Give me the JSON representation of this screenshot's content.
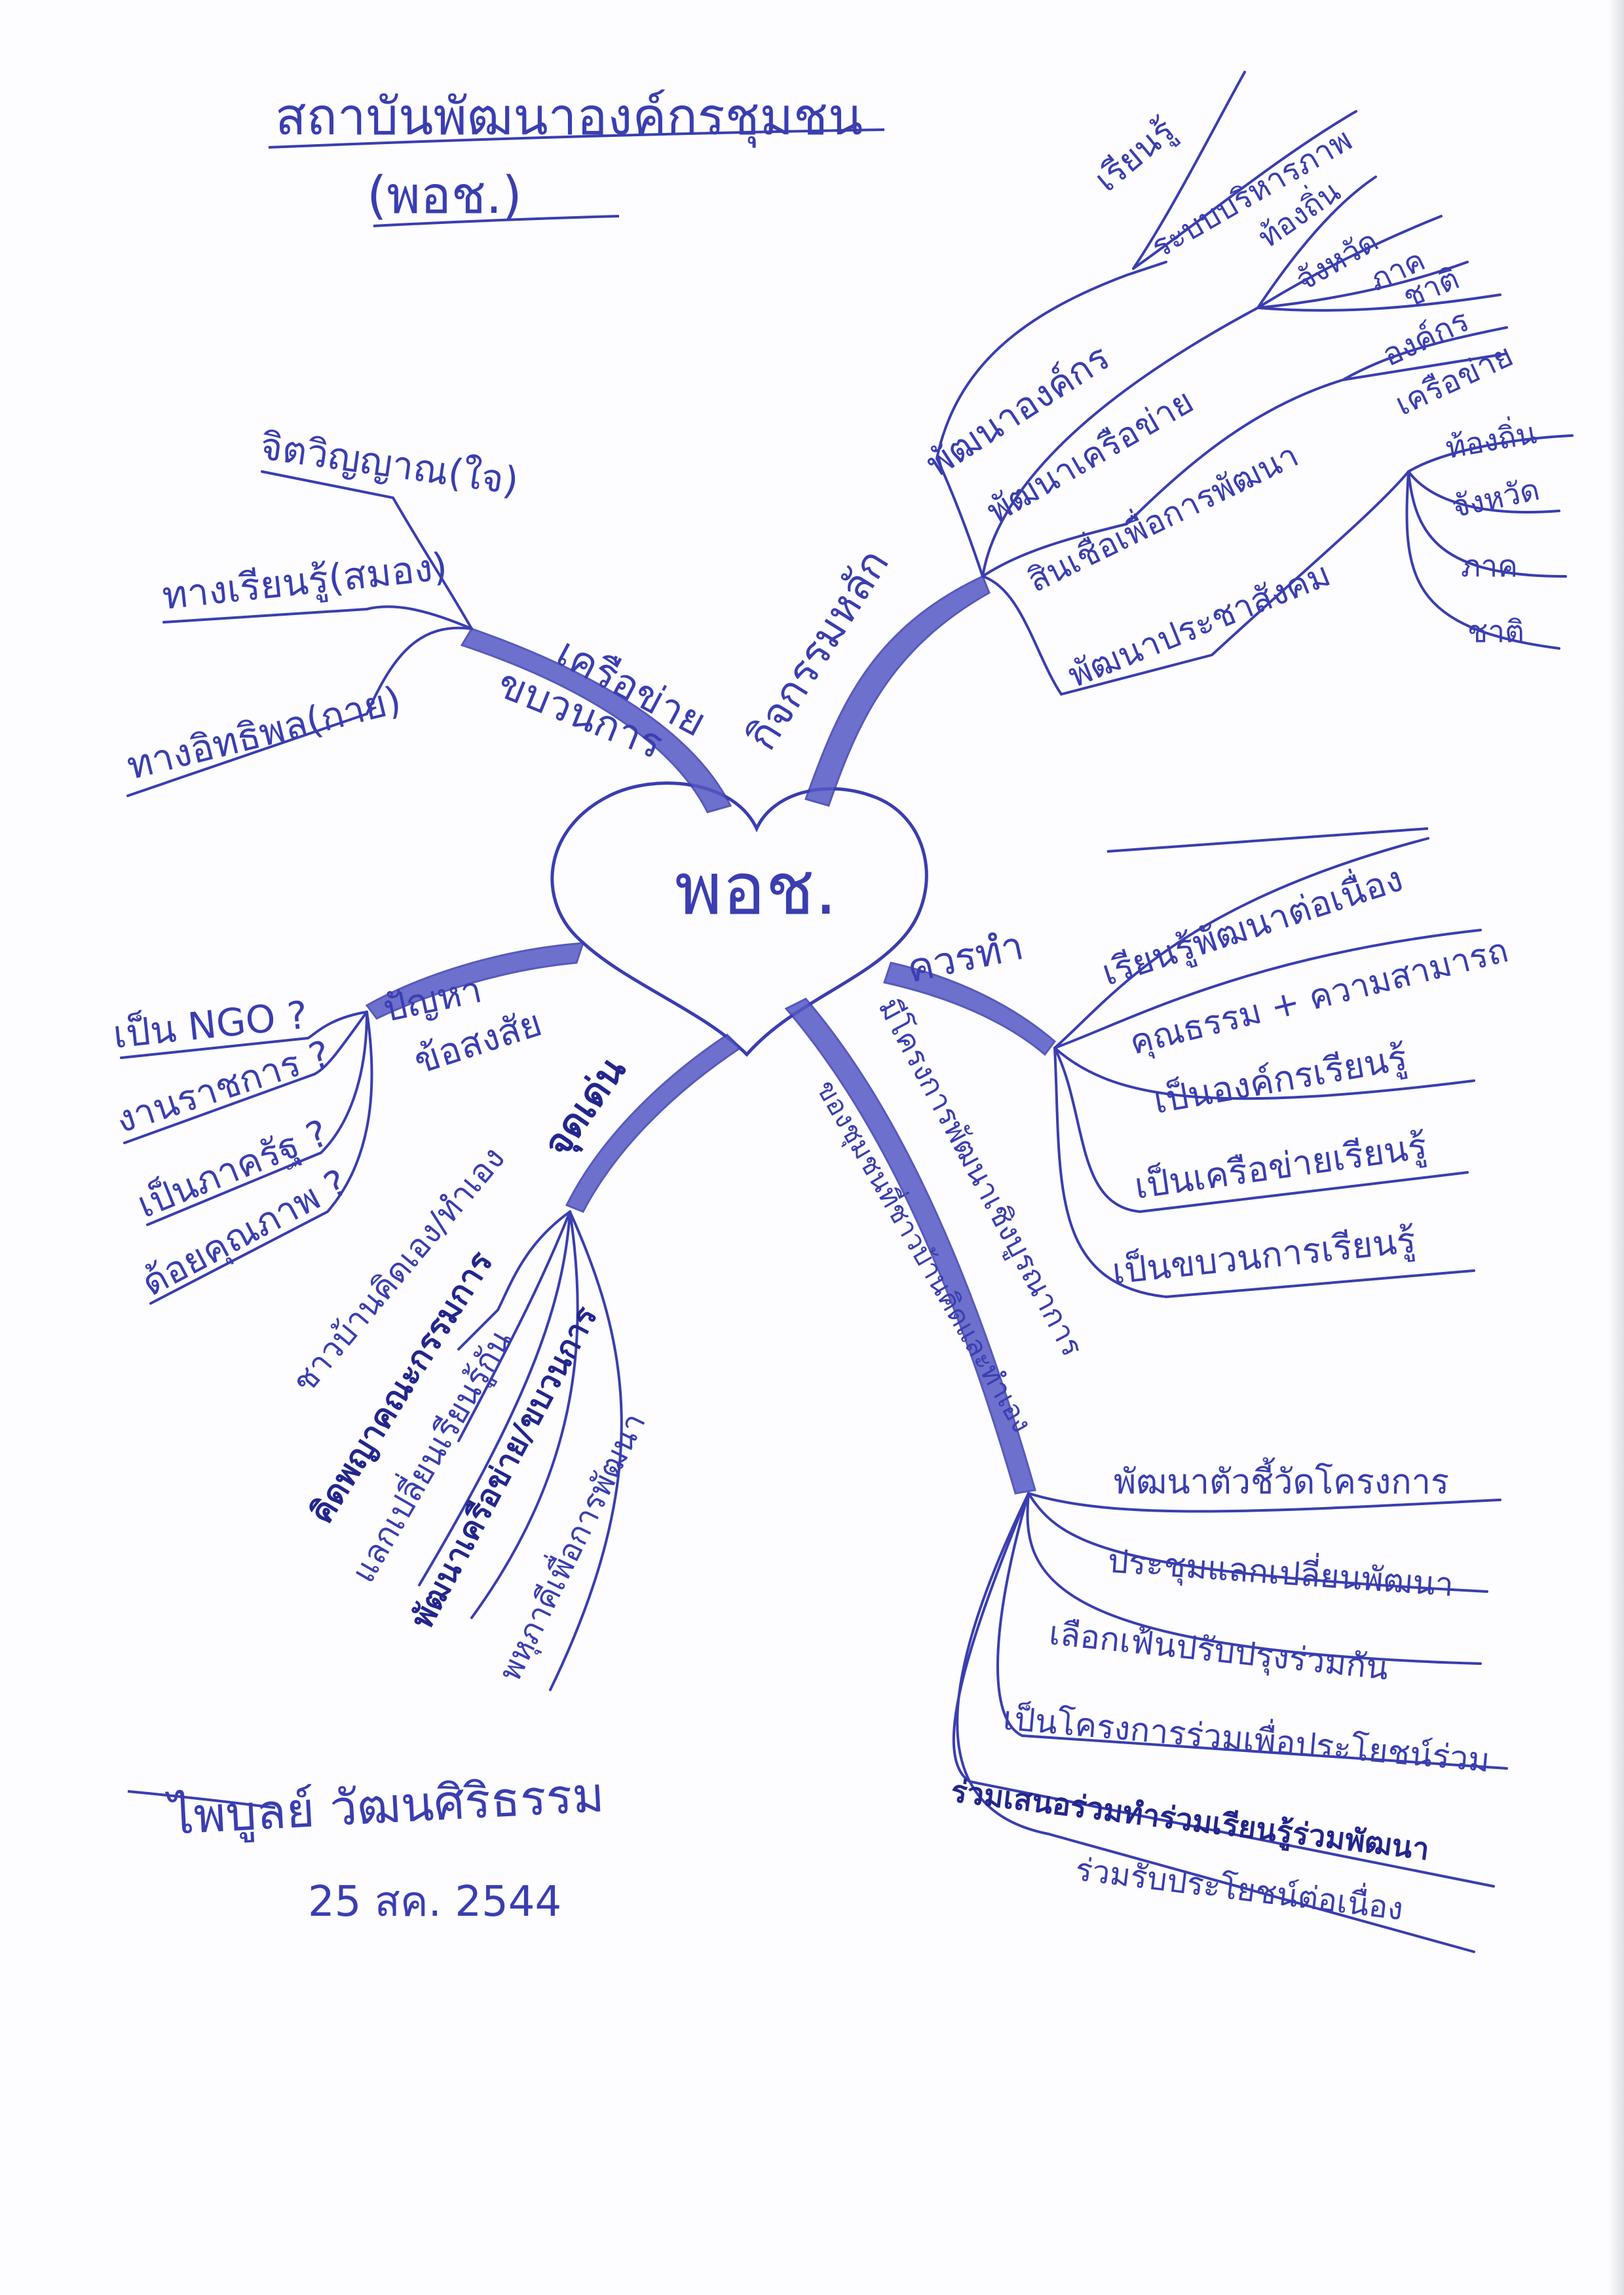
{
  "header": {
    "title": "สถาบันพัฒนาองค์กรชุมชน",
    "subtitle": "(พอช.)"
  },
  "center": "พอช.",
  "branches": {
    "network": {
      "label_line1": "เครือข่าย",
      "label_line2": "ขบวนการ",
      "items": [
        "จิตวิญญาณ(ใจ)",
        "ทางเรียนรู้(สมอง)",
        "ทางอิทธิพล(กาย)"
      ]
    },
    "core_activities": {
      "label": "กิจกรรมหลัก",
      "groups": [
        {
          "label": "พัฒนาองค์กร",
          "children": [
            "เรียนรู้",
            "ระบบบริหารภาพ"
          ]
        },
        {
          "label": "พัฒนาเครือข่าย",
          "children": [
            "ท้องถิ่น",
            "จังหวัด",
            "ภาค",
            "ชาติ"
          ]
        },
        {
          "label": "สินเชื่อเพื่อการพัฒนา",
          "children": [
            "องค์กร",
            "เครือข่าย"
          ]
        },
        {
          "label": "พัฒนาประชาสังคม",
          "children": [
            "ท้องถิ่น",
            "จังหวัด",
            "ภาค",
            "ชาติ"
          ]
        }
      ]
    },
    "problems": {
      "label_line1": "ปัญหา",
      "label_line2": "ข้อสงสัย",
      "items": [
        "เป็น NGO ?",
        "งานราชการ ?",
        "เป็นภาครัฐ ?",
        "ด้อยคุณภาพ ?"
      ]
    },
    "should": {
      "label": "ควรทำ",
      "items": [
        "เรียนรู้พัฒนาต่อเนื่อง",
        "คุณธรรม + ความสามารถ",
        "เป็นองค์กรเรียนรู้",
        "เป็นเครือข่ายเรียนรู้",
        "เป็นขบวนการเรียนรู้"
      ]
    },
    "strengths": {
      "label": "จุดเด่น",
      "items": [
        "ชาวบ้านคิดเอง/ทำเอง",
        "คิดพญาคณะกรรมการ",
        "แลกเปลี่ยนเรียนรู้กัน",
        "พัฒนาเครือข่าย/ขบวนการ",
        "พหุภาคีเพื่อการพัฒนา"
      ]
    },
    "projects": {
      "label_line1": "มีโครงการพัฒนาเชิงบูรณาการ",
      "label_line2": "ของชุมชนที่ชาวบ้านคิดและทำเอง",
      "items": [
        "พัฒนาตัวชี้วัดโครงการ",
        "ประชุมแลกเปลี่ยนพัฒนา",
        "เลือกเฟ้นปรับปรุงร่วมกัน",
        "เป็นโครงการร่วมเพื่อประโยชน์ร่วม",
        "ร่วมเสนอร่วมทำร่วมเรียนรู้ร่วมพัฒนา",
        "ร่วมรับประโยชน์ต่อเนื่อง"
      ]
    }
  },
  "signature": {
    "name": "ไพบูลย์ วัฒนศิริธรรม",
    "date": "25 สค. 2544"
  }
}
